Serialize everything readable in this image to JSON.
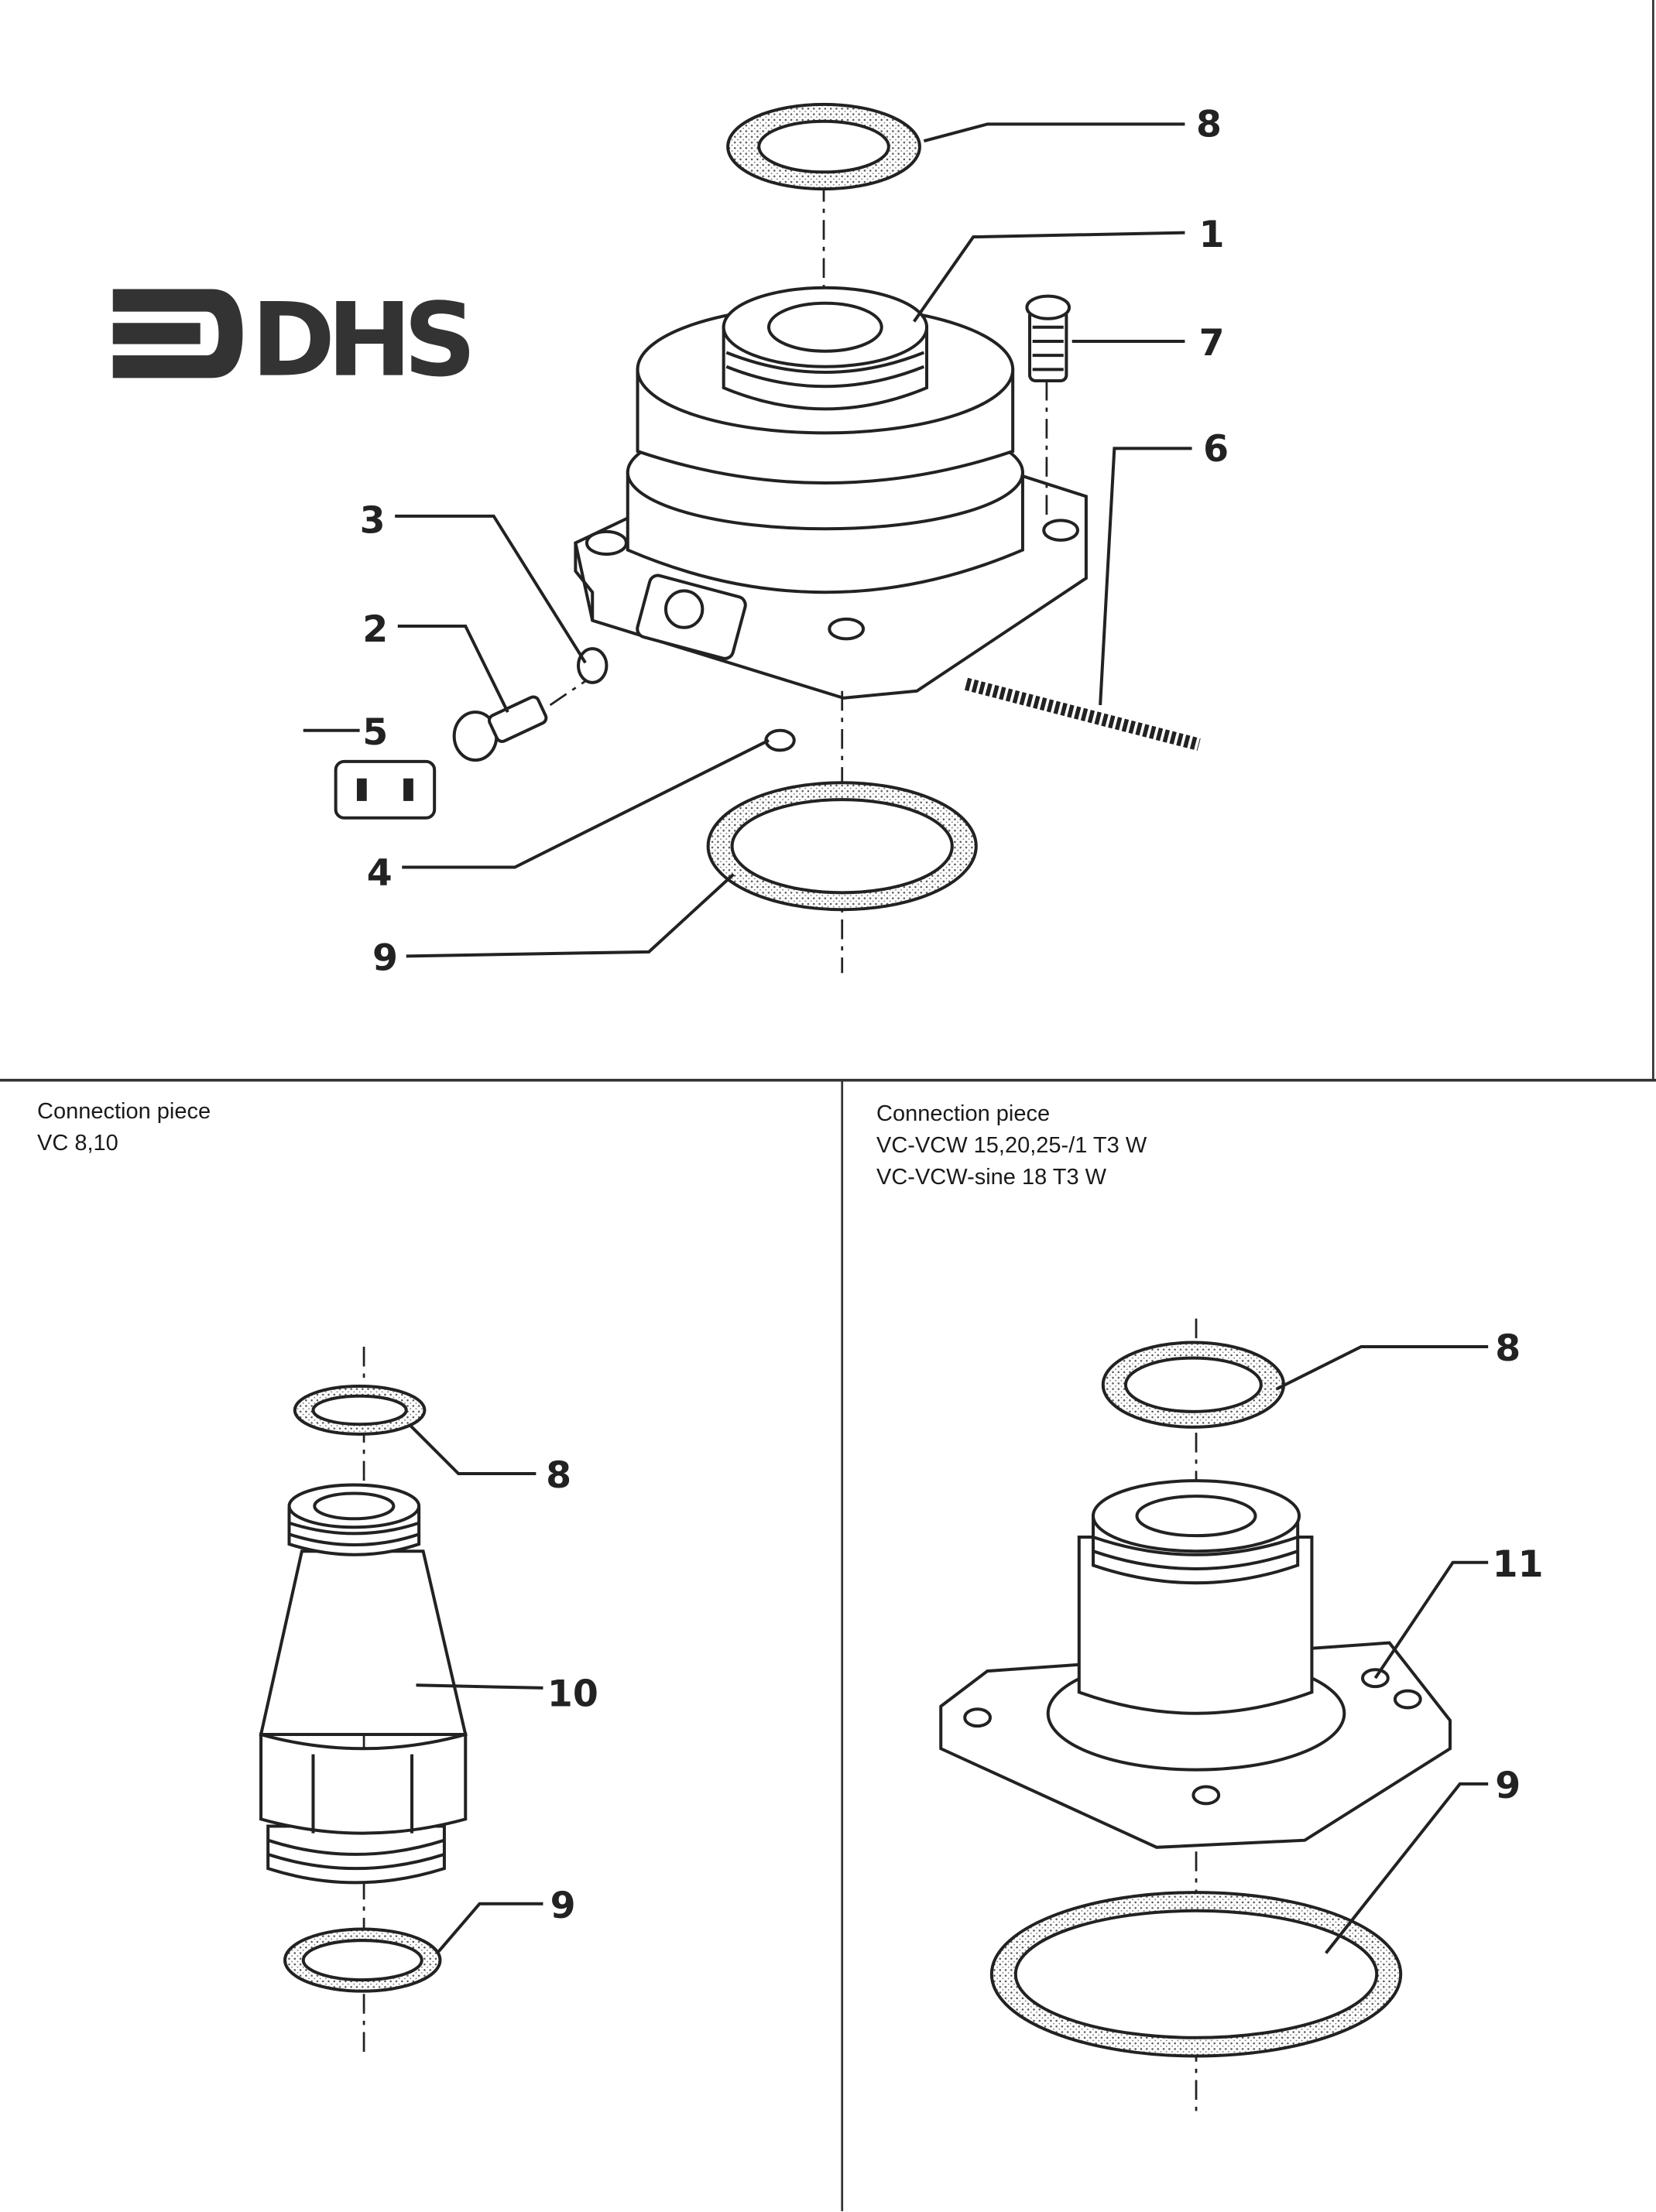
{
  "logo": {
    "text": "DHS"
  },
  "top_diagram": {
    "callouts": [
      "8",
      "1",
      "7",
      "6",
      "3",
      "2",
      "5",
      "4",
      "9"
    ]
  },
  "left_panel": {
    "title": "Connection piece",
    "subtitle": "VC 8,10",
    "callouts": [
      "8",
      "10",
      "9"
    ]
  },
  "right_panel": {
    "title": "Connection piece",
    "line1": "VC-VCW 15,20,25-/1 T3 W",
    "line2": "VC-VCW-sine 18 T3 W",
    "callouts": [
      "8",
      "11",
      "9"
    ]
  }
}
